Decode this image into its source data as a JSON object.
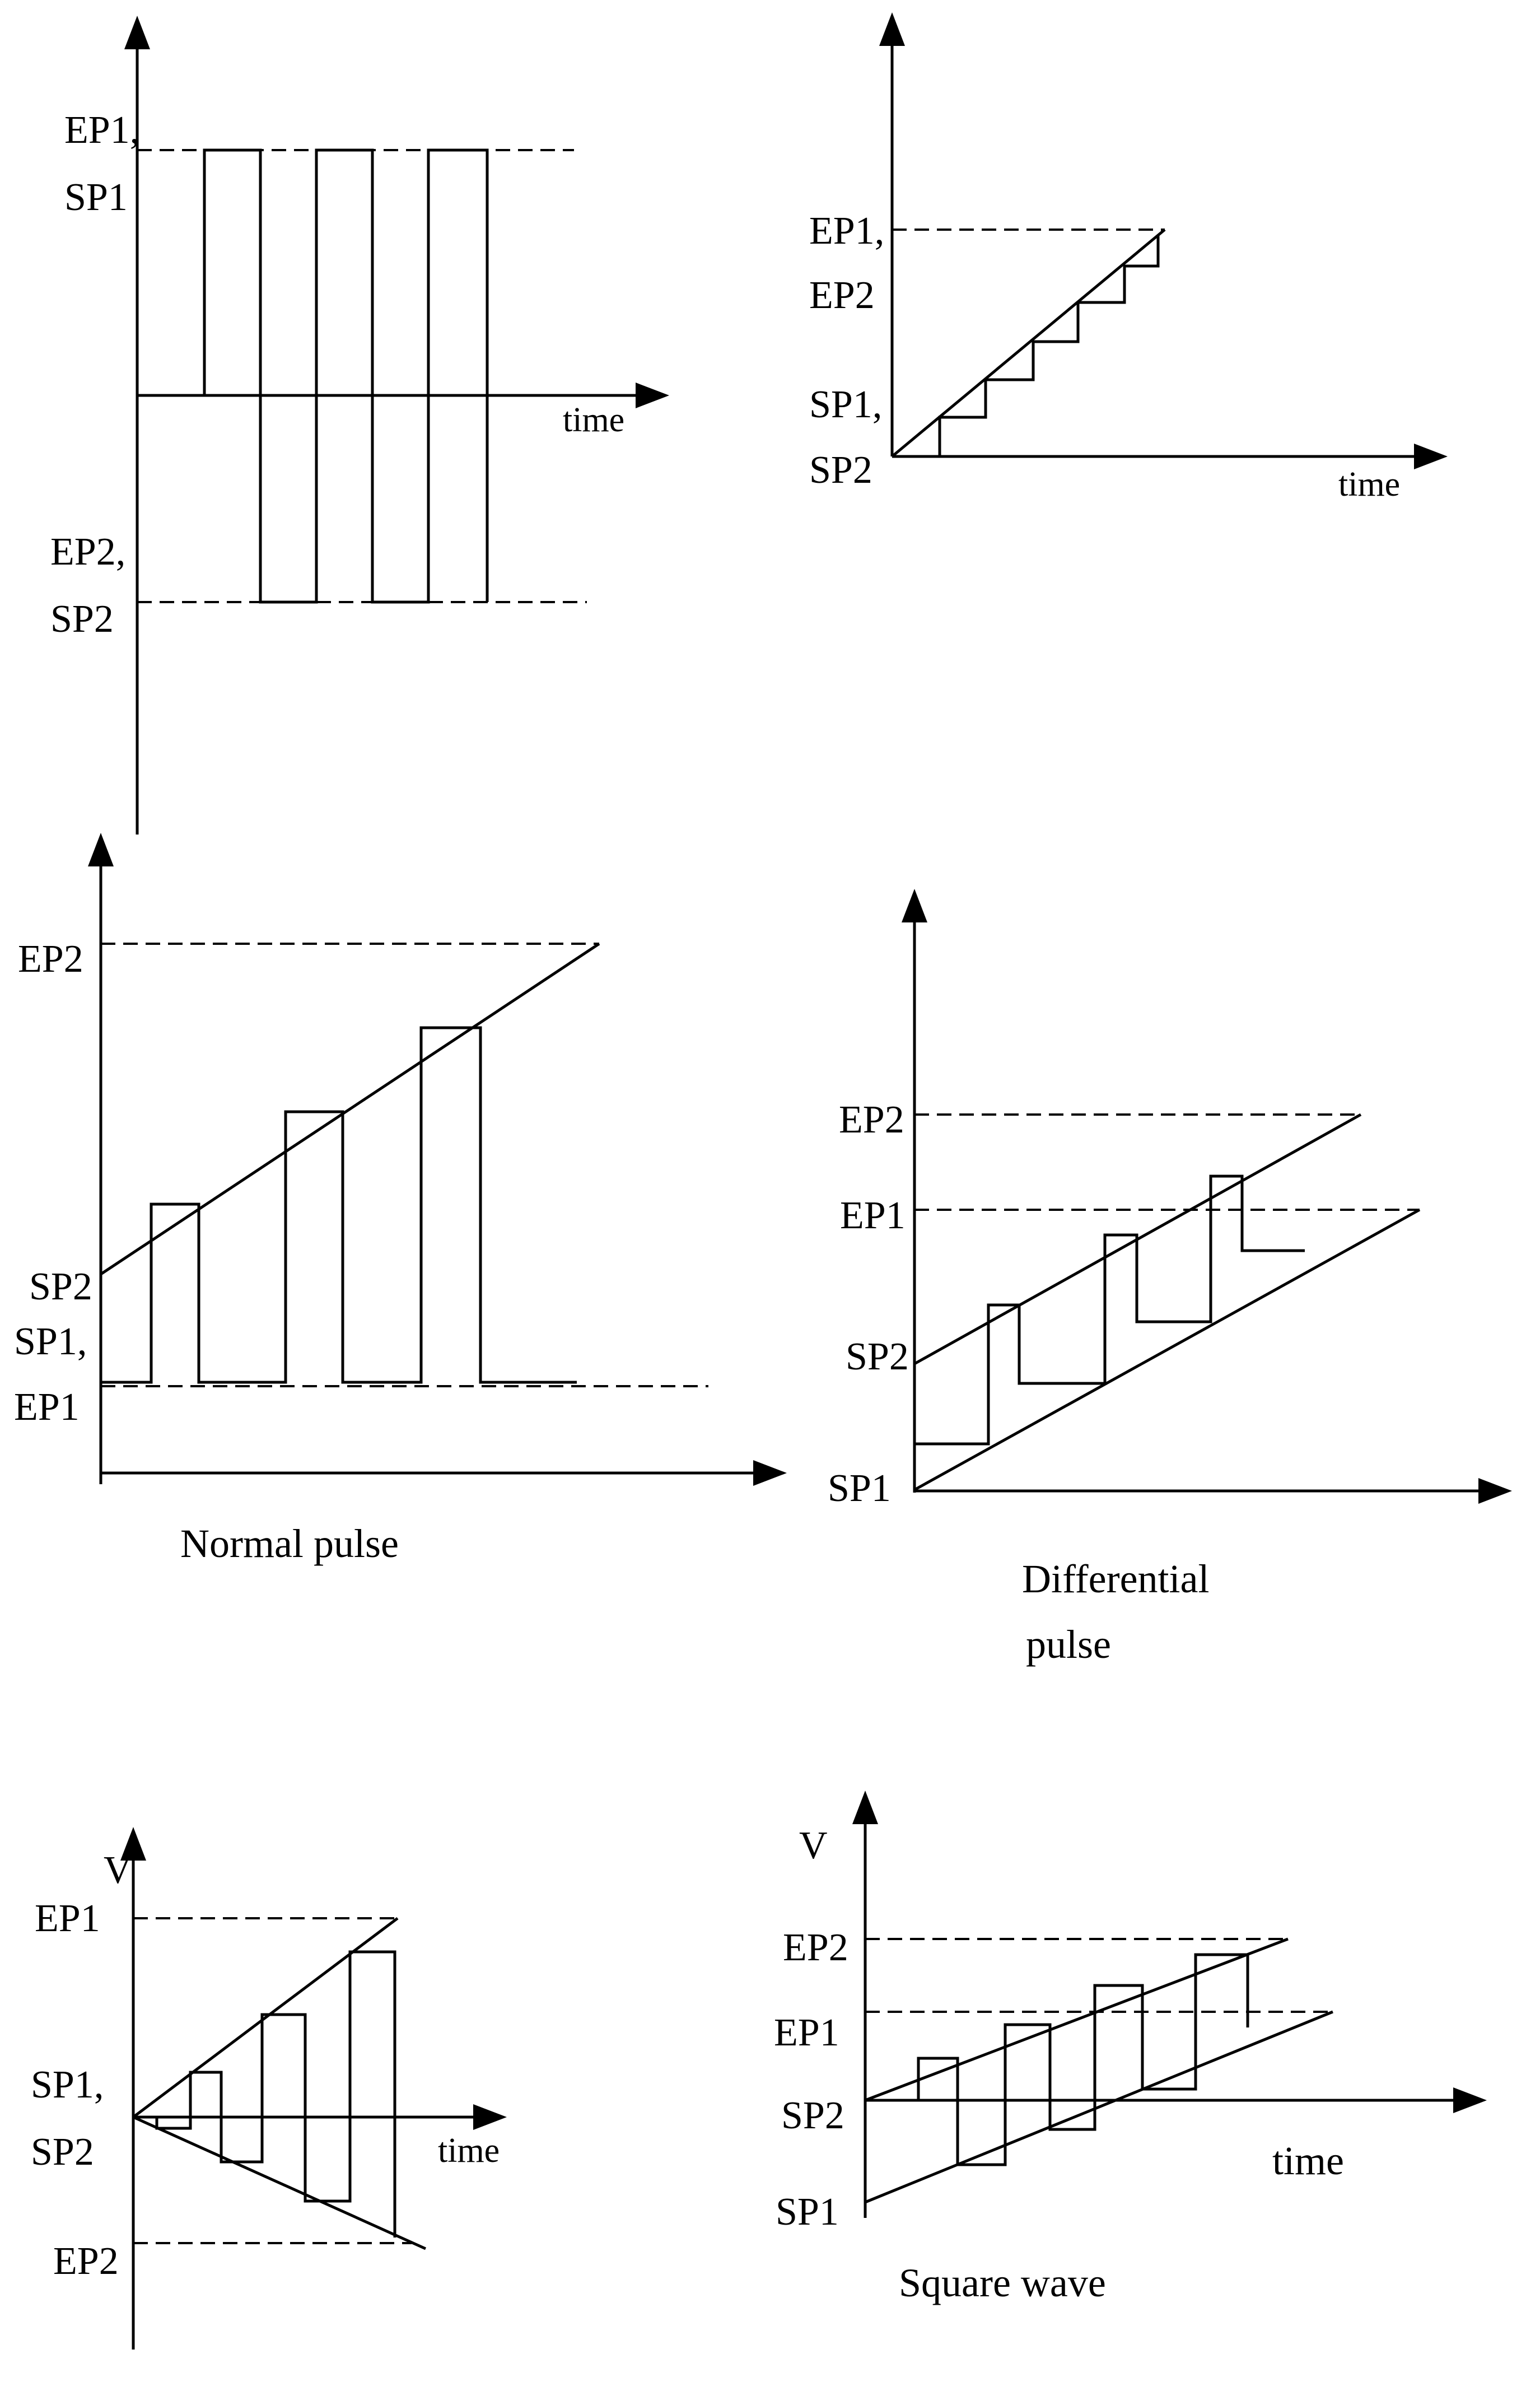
{
  "style": {
    "stroke": "#000000",
    "background": "#ffffff"
  },
  "panels": {
    "top_left": {
      "label_top_1": "EP1,",
      "label_top_2": "SP1",
      "label_bot_1": "EP2,",
      "label_bot_2": "SP2",
      "xaxis_label": "time"
    },
    "top_right": {
      "label_top_1": "EP1,",
      "label_top_2": "EP2",
      "label_bot_1": "SP1,",
      "label_bot_2": "SP2",
      "xaxis_label": "time"
    },
    "mid_left": {
      "label_ep2": "EP2",
      "label_sp2": "SP2",
      "label_sp1": "SP1,",
      "label_ep1": "EP1",
      "caption": "Normal pulse"
    },
    "mid_right": {
      "label_ep2": "EP2",
      "label_ep1": "EP1",
      "label_sp2": "SP2",
      "label_sp1": "SP1",
      "caption_line1": "Differential",
      "caption_line2": "pulse"
    },
    "bot_left": {
      "yaxis_label": "V",
      "label_ep1": "EP1",
      "label_sp1": "SP1,",
      "label_sp2": "SP2",
      "label_ep2": "EP2",
      "xaxis_label": "time"
    },
    "bot_right": {
      "yaxis_label": "V",
      "label_ep2": "EP2",
      "label_ep1": "EP1",
      "label_sp2": "SP2",
      "label_sp1": "SP1",
      "xaxis_label": "time",
      "caption": "Square wave"
    }
  }
}
